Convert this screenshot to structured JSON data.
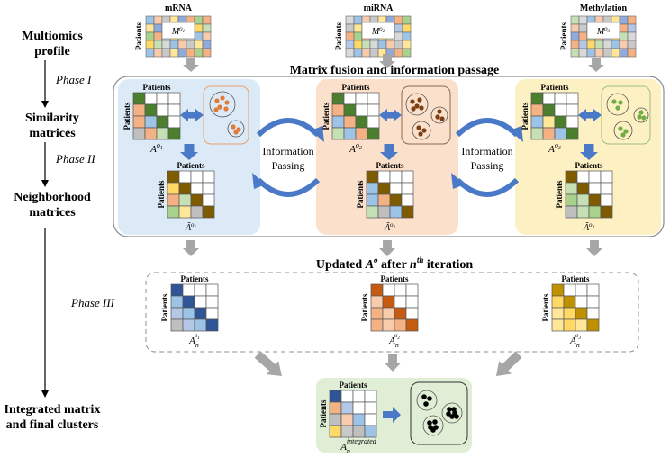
{
  "stage_labels": {
    "multiomics_line1": "Multiomics",
    "multiomics_line2": "profile",
    "similarity_line1": "Similarity",
    "similarity_line2": "matrices",
    "neighborhood_line1": "Neighborhood",
    "neighborhood_line2": "matrices",
    "integrated_line1": "Integrated matrix",
    "integrated_line2": "and final clusters"
  },
  "phases": {
    "phase1": "Phase I",
    "phase2": "Phase II",
    "phase3": "Phase III"
  },
  "titles": {
    "fusion": "Matrix fusion and information passage",
    "updated_pre": "Updated ",
    "updated_sym": "A",
    "updated_sup": "o",
    "updated_mid": " after ",
    "updated_n": "n",
    "updated_th": "th",
    "updated_post": " iteration"
  },
  "omics": [
    {
      "name": "mRNA",
      "matrix": "M",
      "sup": "o",
      "sub": "1"
    },
    {
      "name": "miRNA",
      "matrix": "M",
      "sup": "o",
      "sub": "2"
    },
    {
      "name": "Methylation",
      "matrix": "M",
      "sup": "o",
      "sub": "3"
    }
  ],
  "patients_label": "Patients",
  "info_passing": {
    "line1": "Information",
    "line2": "Passing"
  },
  "similarity_labels": [
    {
      "sym": "A",
      "sup": "o",
      "sub": "1"
    },
    {
      "sym": "A",
      "sup": "o",
      "sub": "2"
    },
    {
      "sym": "A",
      "sup": "o",
      "sub": "3"
    }
  ],
  "neighborhood_labels": [
    {
      "sym": "Ã",
      "sup": "o",
      "sub": "1"
    },
    {
      "sym": "Ã",
      "sup": "o",
      "sub": "2"
    },
    {
      "sym": "Ã",
      "sup": "o",
      "sub": "3"
    }
  ],
  "updated_labels": [
    {
      "sym": "A",
      "sub": "n",
      "sup": "o",
      "supsub": "1"
    },
    {
      "sym": "A",
      "sub": "n",
      "sup": "o",
      "supsub": "2"
    },
    {
      "sym": "A",
      "sub": "n",
      "sup": "o",
      "supsub": "3"
    }
  ],
  "integrated_label": {
    "sym": "A",
    "sub": "n",
    "sup": "integrated"
  },
  "colors": {
    "panel_blue": "#dce9f6",
    "panel_orange": "#fbe0cc",
    "panel_yellow": "#fdf0c2",
    "panel_green": "#e0eed6",
    "arrow_blue": "#4a7ac7",
    "arrow_gray": "#a6a6a6",
    "green_dark": "#4b7f2e",
    "brown_dark": "#7f5b00",
    "navy": "#2f5597",
    "orange_dark": "#c55a11",
    "gold": "#bf9000",
    "dot_orange": "#e07b39",
    "dot_brown": "#7b3f14",
    "dot_green": "#70ad47"
  }
}
